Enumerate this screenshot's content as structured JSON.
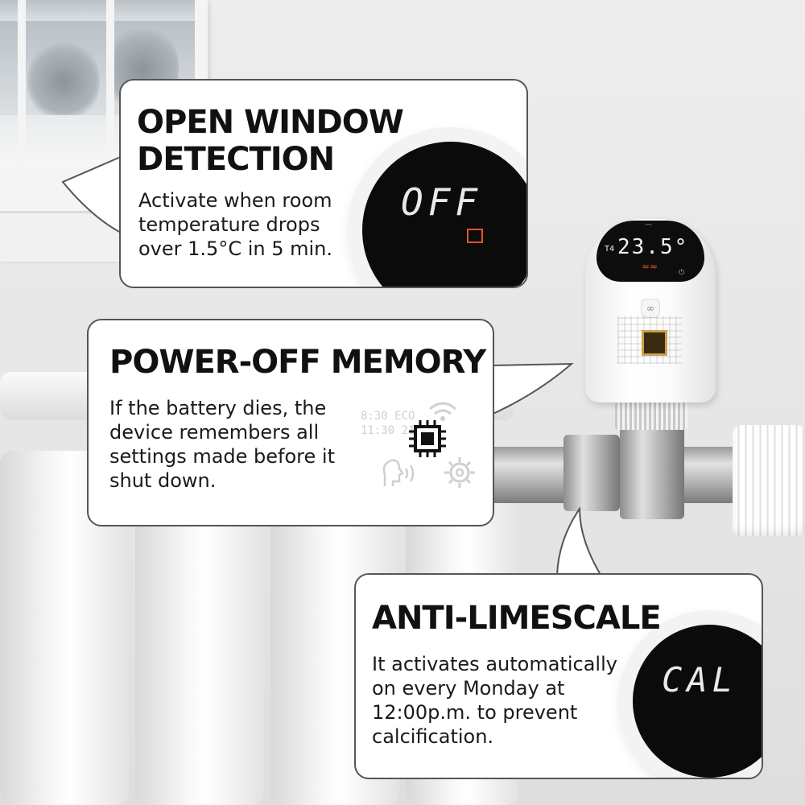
{
  "callouts": [
    {
      "title_line1": "OPEN WINDOW",
      "title_line2": "DETECTION",
      "body_lines": [
        "Activate when room",
        "temperature drops",
        "over 1.5°C in 5 min."
      ],
      "display_text": "OFF",
      "display_icon": "open-window-icon"
    },
    {
      "title": "POWER-OFF MEMORY",
      "body_lines": [
        "If the battery dies, the",
        "device remembers all",
        "settings made before it",
        "shut down."
      ],
      "ghost_lines": [
        "8:30 ECO",
        "11:30 21°"
      ],
      "icons": [
        "wifi-icon",
        "chip-icon",
        "voice-icon",
        "gear-icon"
      ]
    },
    {
      "title": "ANTI-LIMESCALE",
      "body_lines": [
        "It activates automatically",
        "on every Monday at",
        "12:00p.m. to prevent",
        "calcification."
      ],
      "display_text": "CAL"
    }
  ],
  "thermostat": {
    "temperature": "23.5°",
    "mode": "T4",
    "heating_icon": "heat-icon"
  },
  "colors": {
    "accent_orange": "#e2532a",
    "card_border": "#555555",
    "display_bg": "#0d0d0d"
  }
}
